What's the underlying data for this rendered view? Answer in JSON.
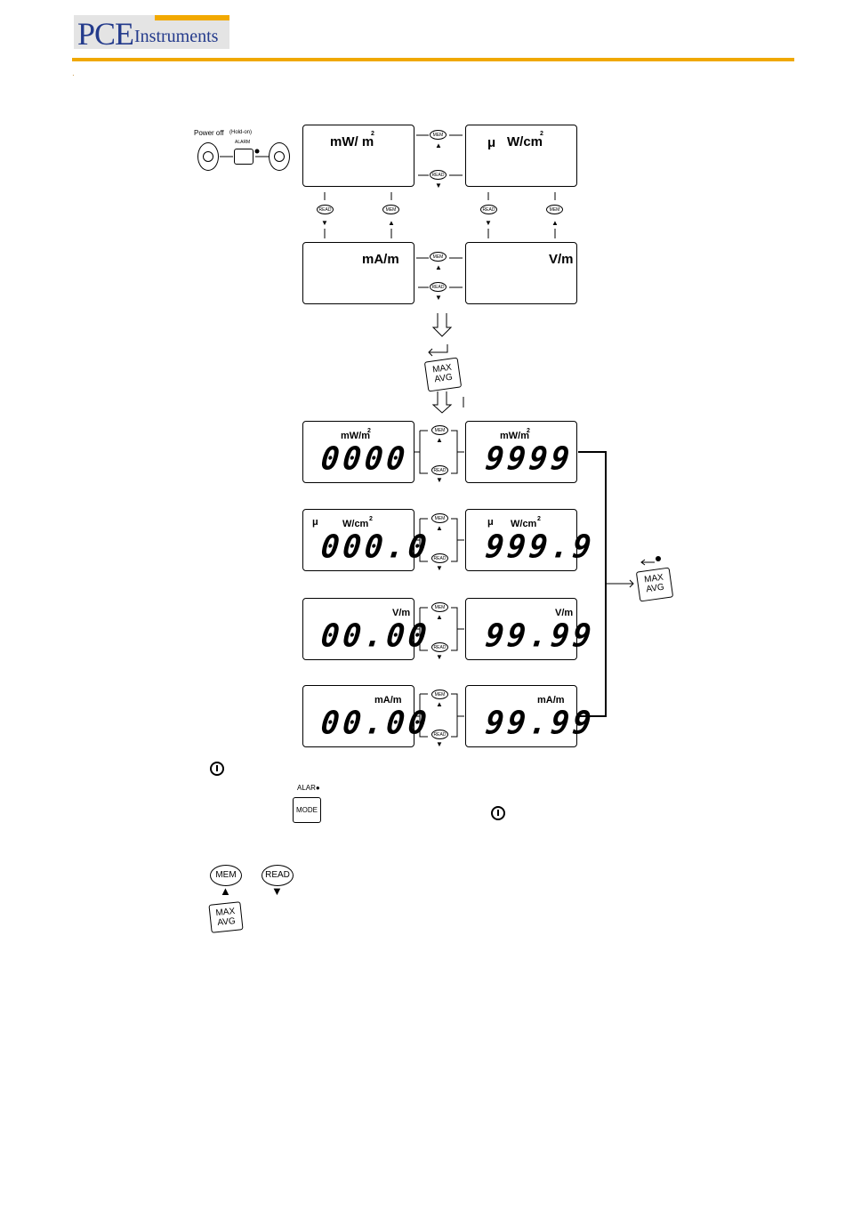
{
  "header": {
    "logo_pce": "PCE",
    "logo_instruments": "Instruments",
    "dot": "·"
  },
  "power_sequence": {
    "power_off_label": "Power off",
    "hold_on_label": "(Hold-on)",
    "alarm_label": "ALARM"
  },
  "top_displays": {
    "mw": {
      "unit": "mW/ m",
      "sup": "2"
    },
    "uw": {
      "mu": "μ",
      "unit": "W/cm",
      "sup": "2"
    },
    "ma": {
      "unit": "mA/m"
    },
    "vm": {
      "unit": "V/m"
    }
  },
  "buttons": {
    "mem": "MEM",
    "read": "READ",
    "max": "MAX",
    "avg": "AVG",
    "mode": "MODE",
    "alarm_short": "ALAR●"
  },
  "max_rows": [
    {
      "unit": "mW/m",
      "sup": "2",
      "mu": "",
      "left": "0000",
      "right": "9999"
    },
    {
      "unit": "W/cm",
      "sup": "2",
      "mu": "μ",
      "left": "000.0",
      "right": "999.9"
    },
    {
      "unit": "V/m",
      "sup": "",
      "mu": "",
      "left": "00.00",
      "right": "99.99"
    },
    {
      "unit": "mA/m",
      "sup": "",
      "mu": "",
      "left": "00.00",
      "right": "99.99"
    }
  ],
  "arrows": {
    "up": "▲",
    "down": "▼"
  }
}
